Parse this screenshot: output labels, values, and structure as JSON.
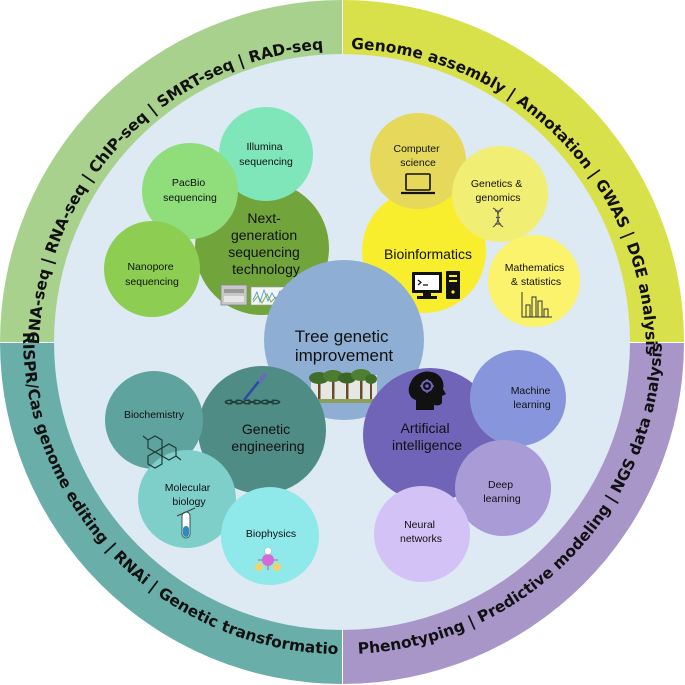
{
  "colors": {
    "quadrant_top_left": "#a9d18e",
    "quadrant_top_right": "#d8e04a",
    "quadrant_bottom_left": "#6aaeaa",
    "quadrant_bottom_right": "#a896c9",
    "inner_disc": "#dde9f3",
    "center": "#8faed3",
    "ngs_main": "#72a43c",
    "bioinf_main": "#f8ee2d",
    "gen_eng_main": "#4f8c86",
    "ai_main": "#6f64b8"
  },
  "ring": {
    "top_left": "DNA-seq | RNA-seq | ChIP-seq | SMRT-seq | RAD-seq",
    "top_right": "Genome assembly | Annotation | GWAS | DGE analysis",
    "bottom_left": "CRISPR/Cas genome editing | RNAi | Genetic transformation",
    "bottom_right": "Phenotyping | Predictive modeling | NGS data analysis"
  },
  "center": {
    "lines": [
      "Tree genetic",
      "improvement"
    ],
    "icon": "trees-icon"
  },
  "clusters": {
    "ngs": {
      "main": [
        "Next-",
        "generation",
        "sequencing",
        "technology"
      ],
      "icon": "sequencer-icon",
      "subs": [
        {
          "lines": [
            "Illumina",
            "sequencing"
          ],
          "color": "#7ee6b9"
        },
        {
          "lines": [
            "PacBio",
            "sequencing"
          ],
          "color": "#8fdd7b"
        },
        {
          "lines": [
            "Nanopore",
            "sequencing"
          ],
          "color": "#8dce52"
        }
      ]
    },
    "bioinformatics": {
      "main": [
        "Bioinformatics"
      ],
      "icon": "computer-icon",
      "subs": [
        {
          "lines": [
            "Computer",
            "science"
          ],
          "color": "#e5d85a",
          "icon": "laptop-icon"
        },
        {
          "lines": [
            "Genetics &",
            "genomics"
          ],
          "color": "#f1ee74",
          "icon": "dna-icon"
        },
        {
          "lines": [
            "Mathematics",
            "& statistics"
          ],
          "color": "#fbf36c",
          "icon": "bar-chart-icon"
        }
      ]
    },
    "genetic_engineering": {
      "main": [
        "Genetic",
        "engineering"
      ],
      "icon": "dna-scissors-icon",
      "subs": [
        {
          "lines": [
            "Biochemistry"
          ],
          "color": "#5fa39e",
          "icon": "molecule-icon"
        },
        {
          "lines": [
            "Molecular",
            "biology"
          ],
          "color": "#7ecfca",
          "icon": "test-tube-icon"
        },
        {
          "lines": [
            "Biophysics"
          ],
          "color": "#8fe8ea",
          "icon": "atom-model-icon"
        }
      ]
    },
    "ai": {
      "main": [
        "Artificial",
        "intelligence"
      ],
      "icon": "brain-gear-icon",
      "subs": [
        {
          "lines": [
            "Machine",
            "learning"
          ],
          "color": "#8796dc"
        },
        {
          "lines": [
            "Deep",
            "learning"
          ],
          "color": "#a99bd6"
        },
        {
          "lines": [
            "Neural",
            "networks"
          ],
          "color": "#d3c2f5"
        }
      ]
    }
  }
}
